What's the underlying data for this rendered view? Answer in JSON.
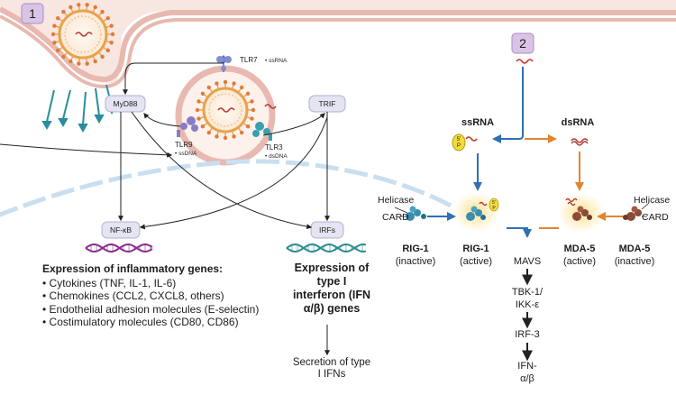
{
  "panels": {
    "panel1": "1",
    "panel2": "2"
  },
  "receptors": {
    "tlr7": "TLR7",
    "tlr7_ligand": "• ssRNA",
    "tlr9": "TLR9",
    "tlr9_ligand": "• ssDNA",
    "tlr3": "TLR3",
    "tlr3_ligand": "• dsDNA"
  },
  "adaptors": {
    "myd88": "MyD88",
    "trif": "TRIF",
    "nfkb": "NF-κB",
    "irfs": "IRFs"
  },
  "inflammatory": {
    "title": "Expression of inflammatory genes:",
    "items": [
      "• Cytokines (TNF, IL-1, IL-6)",
      "• Chemokines (CCL2, CXCL8, others)",
      "• Endothelial adhesion molecules (E-selectin)",
      "• Costimulatory molecules (CD80, CD86)"
    ]
  },
  "type_i": {
    "title": "Expression of type I interferon (IFN α/β) genes",
    "secretion": "Secretion of type I IFNs"
  },
  "cytosolic": {
    "ssrna": "ssRNA",
    "dsrna": "dsRNA",
    "five_p": "5'",
    "p": "P",
    "helicase_left": "Helicase",
    "card_left": "CARD",
    "helicase_right": "Helicase",
    "card_right": "CARD",
    "rig1_inactive_name": "RIG-1",
    "rig1_inactive_state": "(inactive)",
    "rig1_active_name": "RIG-1",
    "rig1_active_state": "(active)",
    "mda5_active_name": "MDA-5",
    "mda5_active_state": "(active)",
    "mda5_inactive_name": "MDA-5",
    "mda5_inactive_state": "(inactive)",
    "mavs": "MAVS",
    "tbk1": "TBK-1/",
    "ikke": "IKK-ε",
    "irf3": "IRF-3",
    "ifn1": "IFN-",
    "ifn2": "α/β"
  },
  "colors": {
    "membrane": "#e8b9b0",
    "membrane_inner": "#f6dcd6",
    "panel_box": "#d9c4e6",
    "pill": "#e4e4f2",
    "blue_arrow": "#2f6fb4",
    "orange_arrow": "#e2852f",
    "dna_purple": "#8a2c8f",
    "dna_teal": "#2a8c8f",
    "rna_red": "#c0392b"
  }
}
